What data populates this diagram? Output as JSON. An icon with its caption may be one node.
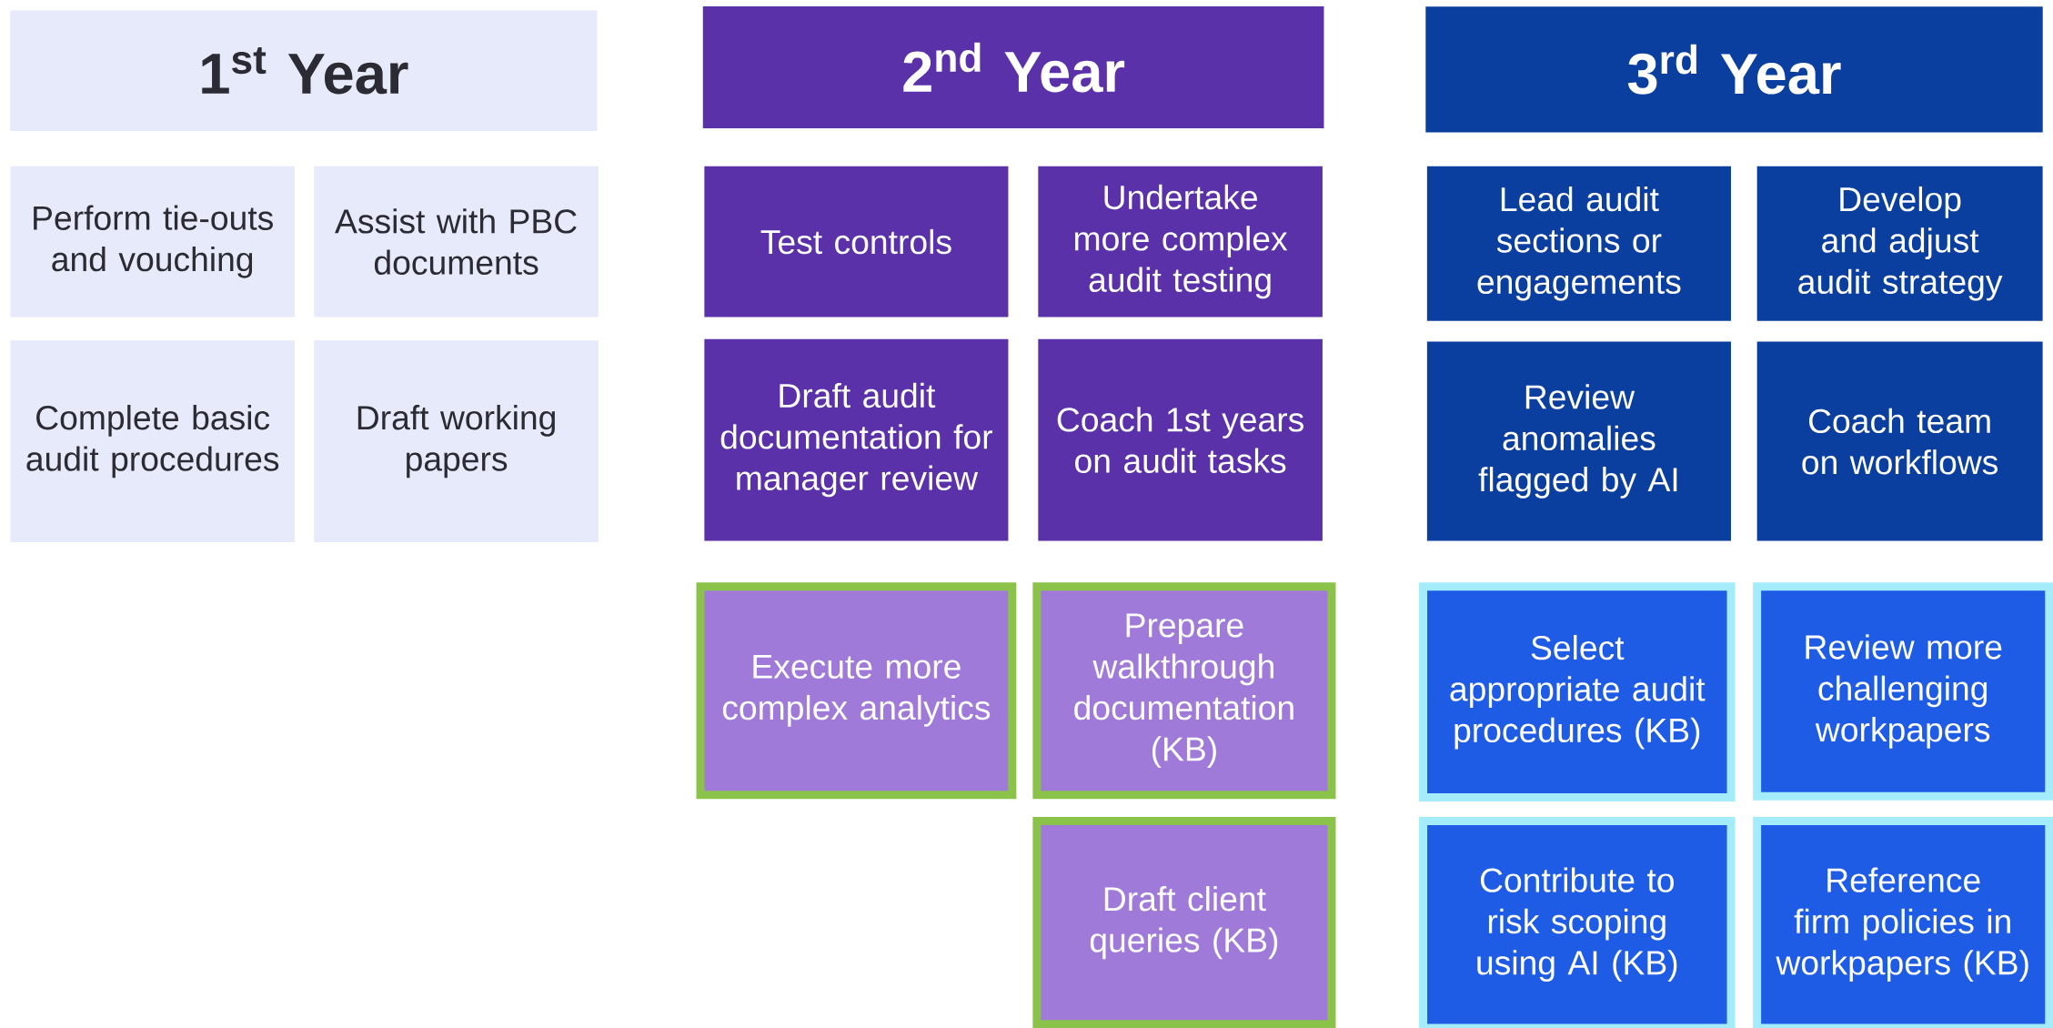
{
  "diagram": {
    "nodes": [
      {
        "text": [
          "1$^{st}$ Year"
        ]
      },
      {
        "text": [
          "Perform tie-outs and vouching"
        ]
      },
      {
        "text": [
          "Assist with PBC documents"
        ]
      },
      {
        "text": [
          "Complete basic audit procedures"
        ]
      },
      {
        "text": [
          "Draft working papers"
        ]
      },
      {
        "text": [
          "2$^{nd}$ Year"
        ]
      },
      {
        "text": [
          "Test controls"
        ]
      },
      {
        "text": [
          "Undertake more complex audit testing"
        ]
      },
      {
        "text": [
          "Draft audit documentation for manager review"
        ]
      },
      {
        "text": [
          "Coach 1st years on audit tasks"
        ]
      },
      {
        "text": [
          "Execute more complex analytics"
        ]
      },
      {
        "text": [
          "Prepare walkthrough documentation (KB)"
        ]
      },
      {
        "text": [
          "Draft client queries (KB)"
        ]
      },
      {
        "text": [
          "3$^{rd}$ Year"
        ]
      },
      {
        "text": [
          "Lead audit sections or engagements"
        ]
      },
      {
        "text": [
          "Develop and adjust audit strategy"
        ]
      },
      {
        "text": [
          "Review anomalies flagged by AI"
        ]
      },
      {
        "text": [
          "Coach team on workflows"
        ]
      },
      {
        "text": [
          "Select appropriate audit procedures (KB)"
        ]
      },
      {
        "text": [
          "Review more challenging workpapers"
        ]
      },
      {
        "text": [
          "Contribute to risk scoping using AI (KB)"
        ]
      },
      {
        "text": [
          "Reference firm policies in workpapers (KB)"
        ]
      }
    ]
  }
}
